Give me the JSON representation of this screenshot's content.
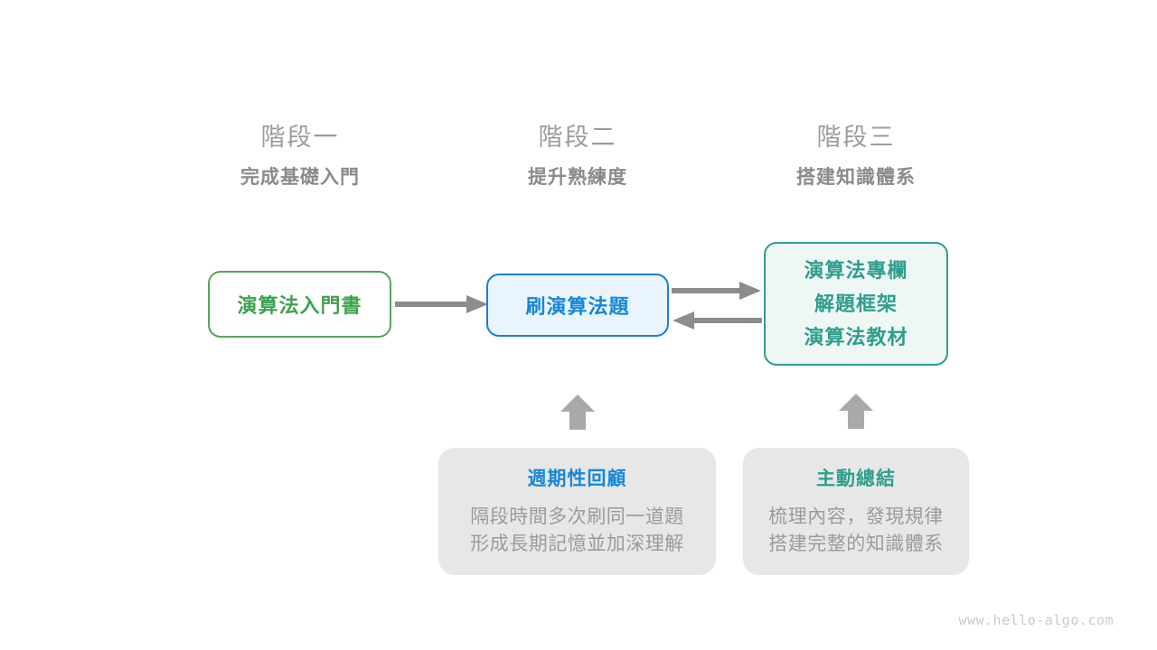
{
  "page": {
    "background": "#ffffff",
    "watermark": "www.hello-algo.com"
  },
  "stages": [
    {
      "title": "階段一",
      "subtitle": "完成基礎入門"
    },
    {
      "title": "階段二",
      "subtitle": "提升熟練度"
    },
    {
      "title": "階段三",
      "subtitle": "搭建知識體系"
    }
  ],
  "flow_boxes": [
    {
      "label": "演算法入門書",
      "accent": "#3fa24e",
      "border": "#55a35c",
      "background": "#ffffff"
    },
    {
      "label": "刷演算法題",
      "accent": "#1787d9",
      "border": "#1b7ed9",
      "background": "#eaf4fc"
    },
    {
      "lines": {
        "0": "演算法專欄",
        "1": "解題框架",
        "2": "演算法教材"
      },
      "accent": "#2f9e8d",
      "border": "#2f9c8c",
      "background": "#eef7f4"
    }
  ],
  "info_boxes": [
    {
      "title": "週期性回顧",
      "title_color": "#1787d9",
      "lines": {
        "0": "隔段時間多次刷同一道題",
        "1": "形成長期記憶並加深理解"
      }
    },
    {
      "title": "主動總結",
      "title_color": "#2f9e8d",
      "lines": {
        "0": "梳理內容，發現規律",
        "1": "搭建完整的知識體系"
      }
    }
  ],
  "colors": {
    "flow_arrow": "#8c8c8c",
    "block_arrow": "#a9a9a9",
    "info_background": "#e7e7e7",
    "info_body_text": "#9b9b9b",
    "stage_title_text": "#9c9c9c",
    "stage_subtitle_text": "#8a8a8a"
  }
}
